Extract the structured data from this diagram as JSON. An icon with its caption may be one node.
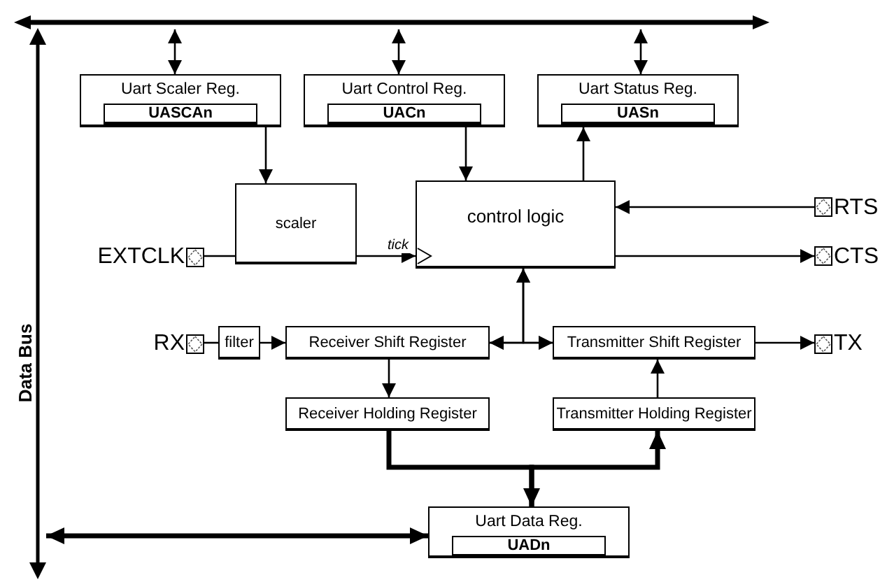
{
  "diagram": {
    "nodes": [
      {
        "text": [],
        "shape": "bar"
      },
      {
        "text": [],
        "shape": "bar",
        "beside": [
          "Data Bus"
        ]
      },
      {
        "text": [
          "Uart Scaler Reg.",
          "UASCAn"
        ]
      },
      {
        "text": [
          "Uart Control Reg.",
          "UACn"
        ]
      },
      {
        "text": [
          "Uart Status Reg.",
          "UASn"
        ]
      },
      {
        "text": [
          "scaler"
        ]
      },
      {
        "text": [
          "control logic"
        ]
      },
      {
        "text": [
          "RTS"
        ]
      },
      {
        "text": [
          "EXTCLK"
        ]
      },
      {
        "text": [
          "CTS"
        ]
      },
      {
        "text": [
          "RX"
        ]
      },
      {
        "text": [
          "filter"
        ]
      },
      {
        "text": [
          "Receiver Shift Register"
        ]
      },
      {
        "text": [
          "Transmitter Shift Register"
        ]
      },
      {
        "text": [
          "TX"
        ]
      },
      {
        "text": [
          "Receiver Holding Register"
        ]
      },
      {
        "text": [
          "Transmitter Holding Register"
        ]
      },
      {
        "text": [
          "Uart Data Reg.",
          "UADn"
        ]
      }
    ],
    "edges": [
      {
        "from": 0,
        "to": 2,
        "arrow": "both"
      },
      {
        "from": 0,
        "to": 3,
        "arrow": "both"
      },
      {
        "from": 0,
        "to": 4,
        "arrow": "both"
      },
      {
        "from": 2,
        "to": 5,
        "arrow": "to"
      },
      {
        "from": 3,
        "to": 6,
        "arrow": "to"
      },
      {
        "from": 6,
        "to": 4,
        "arrow": "to"
      },
      {
        "from": 7,
        "to": 6,
        "arrow": "to"
      },
      {
        "from": 8,
        "to": 5,
        "arrow": "none"
      },
      {
        "from": 5,
        "to": 6,
        "arrow": "to",
        "label": "tick"
      },
      {
        "from": 6,
        "to": 9,
        "arrow": "to"
      },
      {
        "from": 6,
        "to": 12,
        "arrow": "both"
      },
      {
        "from": 6,
        "to": 13,
        "arrow": "both"
      },
      {
        "from": 12,
        "to": 13,
        "arrow": "both"
      },
      {
        "from": 10,
        "to": 11,
        "arrow": "none"
      },
      {
        "from": 11,
        "to": 12,
        "arrow": "to"
      },
      {
        "from": 13,
        "to": 14,
        "arrow": "to"
      },
      {
        "from": 12,
        "to": 15,
        "arrow": "to"
      },
      {
        "from": 16,
        "to": 13,
        "arrow": "to"
      },
      {
        "from": 15,
        "to": 17,
        "arrow": "to",
        "style": "thick"
      },
      {
        "from": 17,
        "to": 16,
        "arrow": "to",
        "style": "thick"
      },
      {
        "from": 1,
        "to": 17,
        "arrow": "both",
        "style": "thick"
      }
    ]
  }
}
